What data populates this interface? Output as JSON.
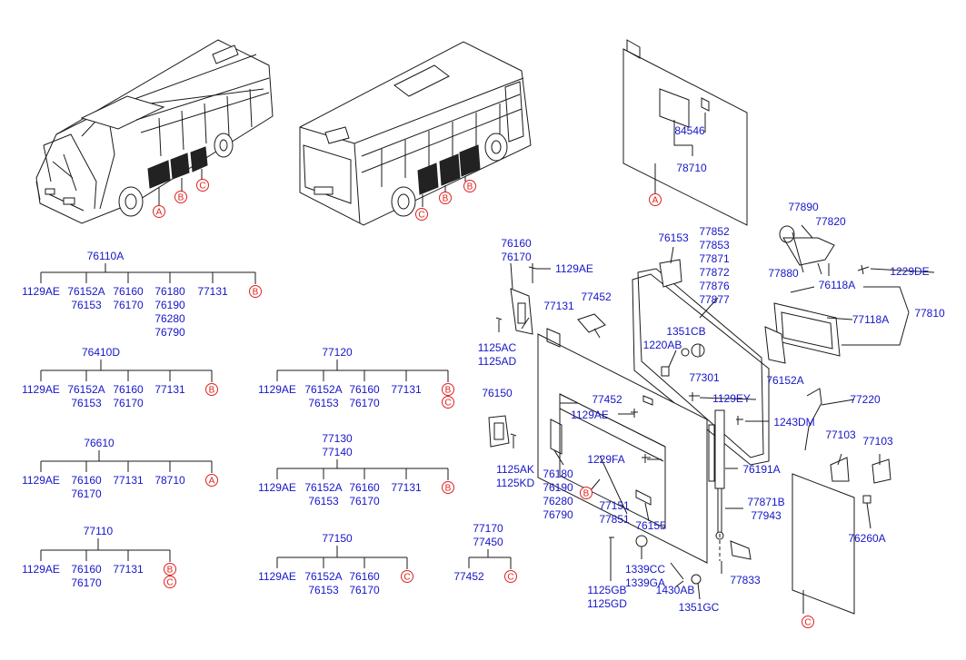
{
  "callouts": {
    "buses": [
      "A",
      "B",
      "C",
      "C",
      "B",
      "B"
    ],
    "doorA": "A",
    "doorC": "C",
    "p76155": "B"
  },
  "trees": {
    "t76110": {
      "root": "76110A",
      "leaves": [
        "1129AE",
        "76152A\n76153",
        "76160\n76170",
        "76180\n76190\n76280\n76790",
        "77131"
      ],
      "ref": "B"
    },
    "t76410": {
      "root": "76410D",
      "leaves": [
        "1129AE",
        "76152A\n76153",
        "76160\n76170",
        "77131"
      ],
      "ref": "B"
    },
    "t76610": {
      "root": "76610",
      "leaves": [
        "1129AE",
        "76160\n76170",
        "77131",
        "78710"
      ],
      "ref": "A"
    },
    "t77110": {
      "root": "77110",
      "leaves": [
        "1129AE",
        "76160\n76170",
        "77131"
      ],
      "ref": [
        "B",
        "C"
      ]
    },
    "t77120": {
      "root": "77120",
      "leaves": [
        "1129AE",
        "76152A\n76153",
        "76160\n76170",
        "77131"
      ],
      "ref": [
        "B",
        "C"
      ]
    },
    "t77130": {
      "root": "77130\n77140",
      "leaves": [
        "1129AE",
        "76152A\n76153",
        "76160\n76170",
        "77131"
      ],
      "ref": "B"
    },
    "t77150": {
      "root": "77150",
      "leaves": [
        "1129AE",
        "76152A\n76153",
        "76160\n76170"
      ],
      "ref": "C"
    },
    "t77170": {
      "root": "77170\n77450",
      "leaves": [
        "77452"
      ],
      "ref": "C"
    }
  },
  "parts": {
    "p84546": "84546",
    "p78710": "78710",
    "p76153": "76153",
    "p77852": "77852\n77853\n77871\n77872\n77876\n77877",
    "p77890": "77890",
    "p77820": "77820",
    "p77880": "77880",
    "p1229DE": "1229DE",
    "p76118A": "76118A",
    "p77118A": "77118A",
    "p77810": "77810",
    "p76160": "76160\n76170",
    "p1129AE_a": "1129AE",
    "p77131": "77131",
    "p77452_a": "77452",
    "p1351CB": "1351CB",
    "p1220AB": "1220AB",
    "p77301": "77301",
    "p1125AC": "1125AC\n1125AD",
    "p76152A": "76152A",
    "p76150": "76150",
    "p77452_b": "77452",
    "p1129EY": "1129EY",
    "p77220": "77220",
    "p1129AE_b": "1129AE",
    "p1243DM": "1243DM",
    "p77103_a": "77103",
    "p77103_b": "77103",
    "p1125AK": "1125AK\n1125KD",
    "p1229FA": "1229FA",
    "p76191A": "76191A",
    "p76180": "76180\n76190\n76280\n76790",
    "p77151": "77151\n77851",
    "p76155": "76155",
    "p77871B": "77871B\n77943",
    "p76260A": "76260A",
    "p1339CC": "1339CC\n1339GA",
    "p77833": "77833",
    "p1125GB": "1125GB\n1125GD",
    "p1430AB": "1430AB",
    "p1351GC": "1351GC"
  }
}
